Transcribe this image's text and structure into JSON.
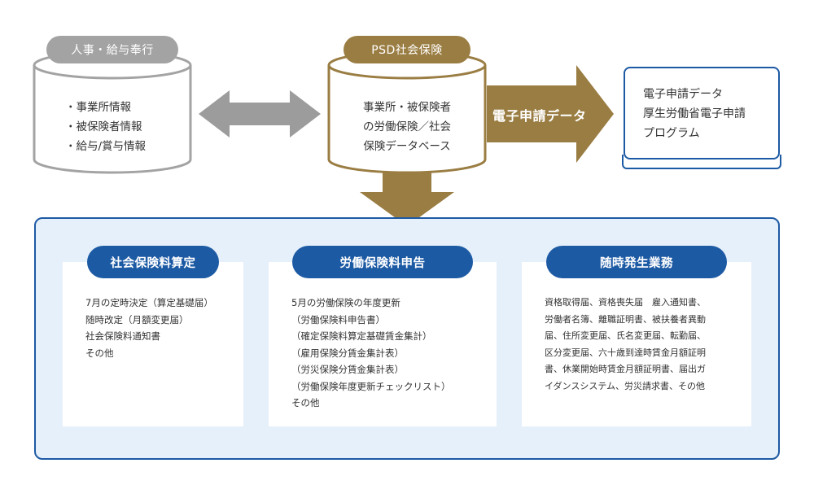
{
  "source_db": {
    "label": "人事・給与奉行",
    "items": [
      "・事業所情報",
      "・被保険者情報",
      "・給与/賞与情報"
    ]
  },
  "target_db": {
    "label": "PSD社会保険",
    "lines": [
      "事業所・被保険者",
      "の労働保険／社会",
      "保険データベース"
    ]
  },
  "export_arrow": {
    "label": "電子申請データ"
  },
  "output_box": {
    "lines": [
      "電子申請データ",
      "厚生労働省電子申請",
      "プログラム"
    ]
  },
  "panels": [
    {
      "title": "社会保険料算定",
      "lines": [
        "7月の定時決定（算定基礎届）",
        "随時改定（月額変更届）",
        "社会保険料通知書",
        "その他"
      ]
    },
    {
      "title": "労働保険料申告",
      "lines": [
        "5月の労働保険の年度更新",
        "（労働保険料申告書）",
        "（確定保険料算定基礎賃金集計）",
        "（雇用保険分賃金集計表）",
        "（労災保険分賃金集計表）",
        "（労働保険年度更新チェックリスト）",
        "その他"
      ]
    },
    {
      "title": "随時発生業務",
      "lines": [
        "資格取得届、資格喪失届　雇入通知書、",
        "労働者名簿、離職証明書、被扶養者異動",
        "届、住所変更届、氏名変更届、転勤届、",
        "区分変更届、六十歳到達時賃金月額証明",
        "書、休業開始時賃金月額証明書、届出ガ",
        "イダンスシステム、労災請求書、その他"
      ]
    }
  ],
  "colors": {
    "gray": "#a3a3a3",
    "gold": "#9a7d42",
    "blue": "#1d5aa4",
    "panel_bg": "#e6f0fa"
  }
}
